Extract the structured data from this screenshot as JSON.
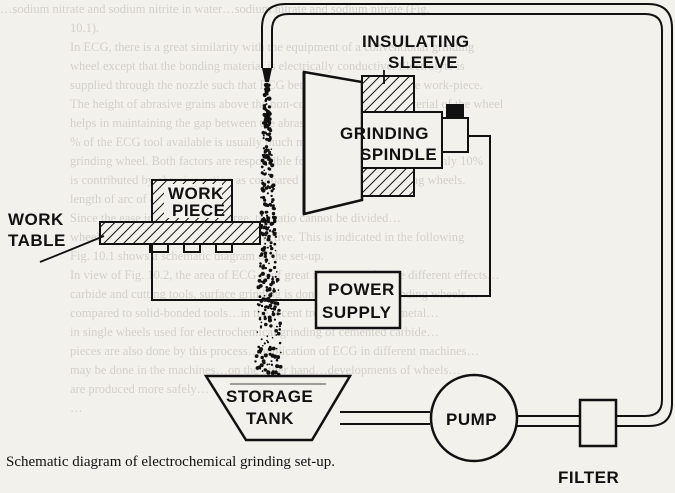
{
  "labels": {
    "insulating_1": "INSULATING",
    "insulating_2": "SLEEVE",
    "grinding_1": "GRINDING",
    "grinding_2": "SPINDLE",
    "work_piece_1": "WORK",
    "work_piece_2": "PIECE",
    "work_table_1": "WORK",
    "work_table_2": "TABLE",
    "power_1": "POWER",
    "power_2": "SUPPLY",
    "storage_1": "STORAGE",
    "storage_2": "TANK",
    "pump": "PUMP",
    "filter": "FILTER"
  },
  "caption": "Schematic diagram of electrochemical grinding set-up.",
  "background_text": [
    "…sodium nitrate and sodium nitrite in water…sodium nitrate and sodium nitrate (Fig.",
    "10.1).",
    "In ECG, there is a great similarity with the equipment of a conventional grinding",
    "wheel except that the bonding material is electrically conductive. Electrolyte is",
    "supplied through the nozzle such that ECG between the wheel and the work-piece.",
    "The height of abrasive grains above the non-conducting grinding material of the wheel",
    "helps in maintaining the gap between the abrasive particles act as spacers.",
    "% of the ECG tool available is usually much more than that of the conventional",
    "grinding wheel. Both factors are responsible for approximately 90% and only 10%",
    "is contributed by abrasive action as compared to conventional grinding wheels.",
    "length of arc of contact.",
    "Since the ease in machining is large, the ratio cannot be divided…",
    "wheel of conductive bond are quite effective. This is indicated in the following",
    "Fig. 10.1 shows a schematic diagram of the set-up.",
    "In view of Fig. 10.2, the area of ECG is of great importance for the different effects…",
    "carbide and cutting tools, surface grinding is done on diamond grinding wheels…",
    "compared to solid-bonded tools…in the recent trends in ECG the metal…",
    "in single wheels used for electrochemical grinding of cemented carbide…",
    "pieces are also done by this process…application of ECG in different machines…",
    "may be done in the machines…on the other hand…developments of wheels…",
    "are produced more safely…",
    "…"
  ]
}
